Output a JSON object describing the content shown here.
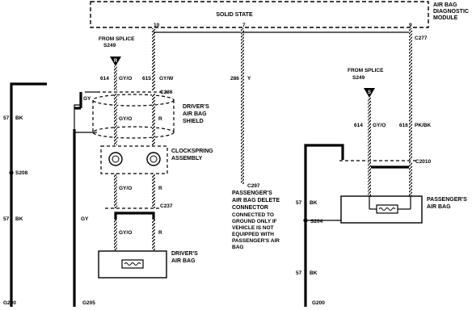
{
  "module": {
    "title": [
      "AIR BAG",
      "DIAGNOSTIC",
      "MODULE"
    ],
    "solid_state": "SOLID STATE",
    "pins": {
      "p10": "10",
      "p7": "7",
      "p9": "9"
    }
  },
  "left": {
    "from_splice": "FROM SPLICE",
    "splice_id": "S249",
    "splice_letter": "R",
    "wire_614": {
      "num": "614",
      "color": "GY/O"
    },
    "wire_615": {
      "num": "615",
      "color": "GY/W"
    },
    "c236": "C236",
    "gy_top": "GY",
    "shield": [
      "DRIVER'S",
      "AIR BAG",
      "SHIELD"
    ],
    "gyo_shield": "GY/O",
    "r_shield": "R",
    "clockspring": [
      "CLOCKSPRING",
      "ASSEMBLY"
    ],
    "gyo_mid": "GY/O",
    "r_mid": "R",
    "c237": "C237",
    "gyo_low": "GY/O",
    "r_low": "R",
    "driver_bag": [
      "DRIVER'S",
      "AIR BAG"
    ],
    "wire_57a": {
      "num": "57",
      "color": "BK"
    },
    "s208": "S208",
    "wire_57b": {
      "num": "57",
      "color": "BK"
    },
    "gy_mid": "GY",
    "g200": "G200",
    "g205": "G205"
  },
  "center": {
    "wire_286": {
      "num": "286",
      "color": "Y"
    },
    "c297": "C297",
    "delete_title": [
      "PASSENGER'S",
      "AIR BAG DELETE",
      "CONNECTOR"
    ],
    "delete_note": [
      "CONNECTED TO",
      "GROUND ONLY IF",
      "VEHICLE IS NOT",
      "EQUIPPED WITH",
      "PASSENGER'S AIR",
      "BAG"
    ]
  },
  "right": {
    "c277": "C277",
    "from_splice": "FROM SPLICE",
    "splice_id": "S249",
    "splice_letter": "S",
    "wire_614": {
      "num": "614",
      "color": "GY/O"
    },
    "wire_616": {
      "num": "616",
      "color": "PK/BK"
    },
    "c2010": "C2010",
    "pass_bag": [
      "PASSENGER'S",
      "AIR BAG"
    ],
    "wire_57a": {
      "num": "57",
      "color": "BK"
    },
    "s204": "S204",
    "wire_57b": {
      "num": "57",
      "color": "BK"
    },
    "g200": "G200"
  }
}
